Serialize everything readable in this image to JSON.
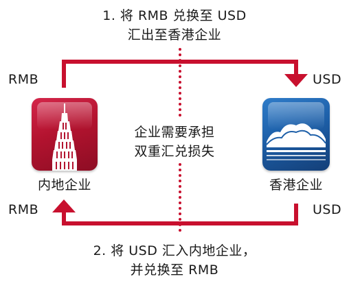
{
  "colors": {
    "arrow": "#c8102e",
    "dots": "#c8102e",
    "mainland_card": "#b3132f",
    "hk_card": "#1d5fa8"
  },
  "top_step": {
    "line1": "1. 将 RMB 兑换至 USD",
    "line2": "汇出至香港企业"
  },
  "bottom_step": {
    "line1": "2. 将 USD 汇入内地企业，",
    "line2": "并兑换至 RMB"
  },
  "center_note": {
    "line1": "企业需要承担",
    "line2": "双重汇兑损失"
  },
  "labels": {
    "top_left_currency": "RMB",
    "top_right_currency": "USD",
    "bottom_left_currency": "RMB",
    "bottom_right_currency": "USD"
  },
  "entities": {
    "mainland": {
      "name": "内地企业",
      "icon": "skyscraper-icon"
    },
    "hongkong": {
      "name": "香港企业",
      "icon": "cloud-skyline-icon"
    }
  }
}
